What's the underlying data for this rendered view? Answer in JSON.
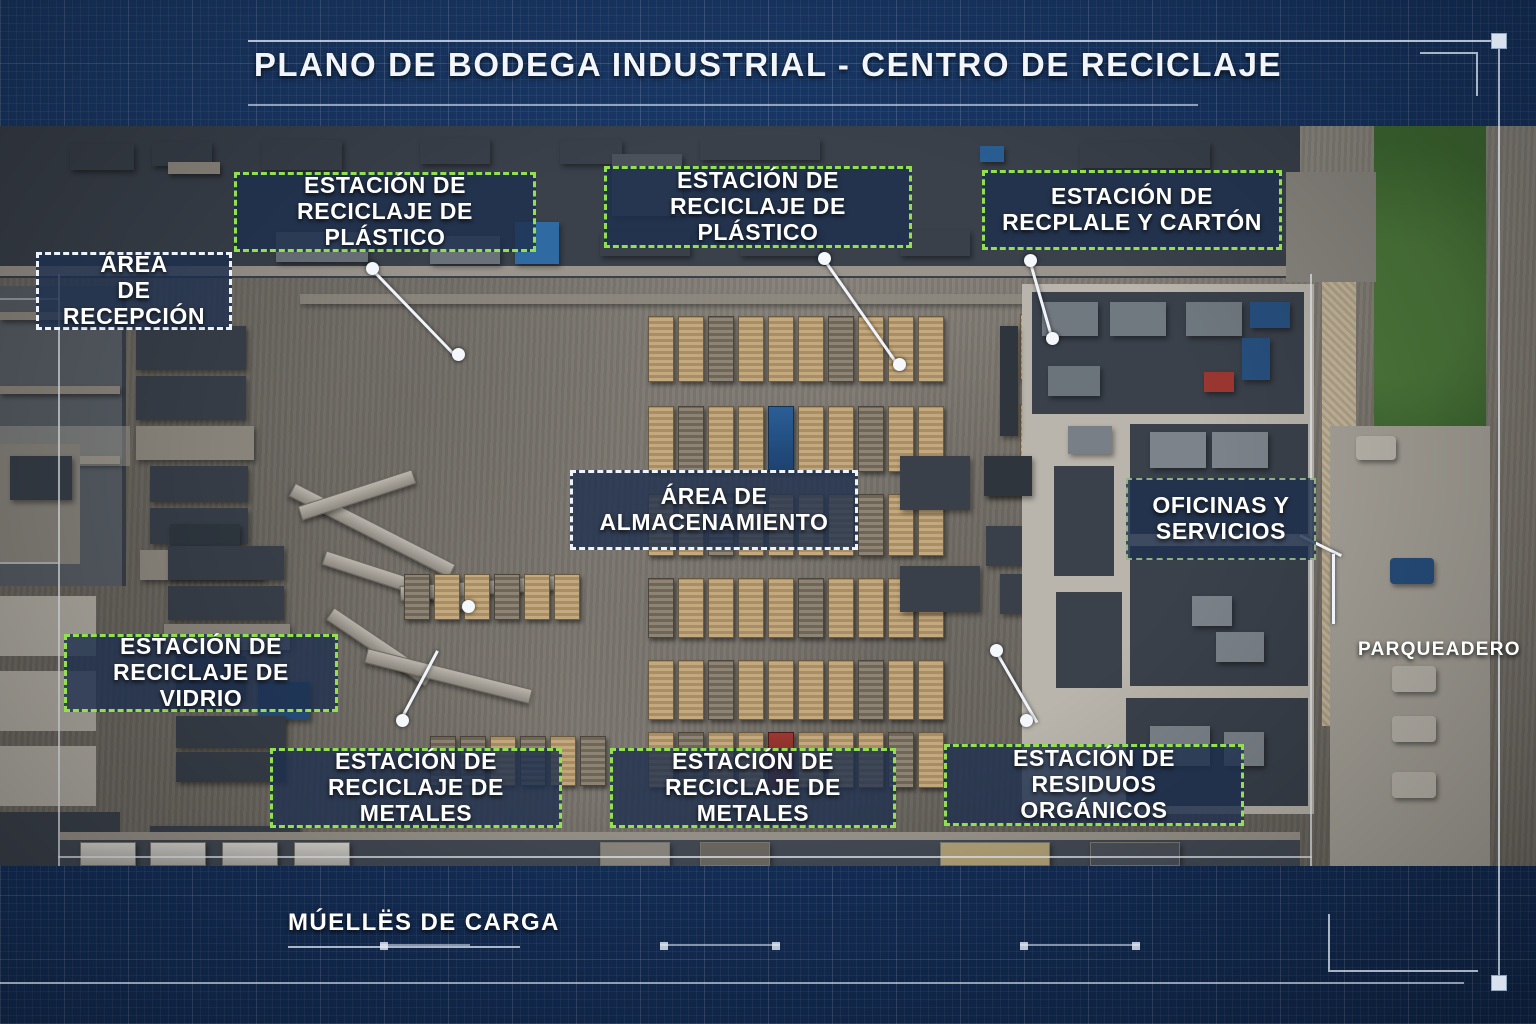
{
  "document": {
    "title": "PLANO DE BODEGA INDUSTRIAL - CENTRO DE RECICLAJE",
    "kind": "architectural-site-plan",
    "background_style": "blueprint",
    "colors": {
      "blueprint_navy": "#173563",
      "accent_green": "#93e04f",
      "label_fill": "#1e304e",
      "text_white": "#ffffff",
      "leader_line": "#f0f4fa"
    }
  },
  "labels": [
    {
      "id": "area-recepcion",
      "line1": "ÁREA",
      "line2": "DE RECEPCIÓN",
      "border": "white-dashed"
    },
    {
      "id": "estacion-plastico-1",
      "line1": "ESTACIÓN DE",
      "line2": "RECICLAJE DE PLÁSTICO",
      "border": "green-dashed"
    },
    {
      "id": "estacion-plastico-2",
      "line1": "ESTACIÓN DE",
      "line2": "RECICLAJE DE PLÁSTICO",
      "border": "green-dashed"
    },
    {
      "id": "estacion-carton",
      "line1": "ESTACIÓN DE",
      "line2": "RECPLALE Y CARTÓN",
      "border": "green-dashed"
    },
    {
      "id": "area-almacenamiento",
      "line1": "ÁREA DE",
      "line2": "ALMACENAMIENTO",
      "border": "white-dashed"
    },
    {
      "id": "oficinas-servicios",
      "line1": "OFICINAS Y",
      "line2": "SERVICIOS",
      "border": "faint-dashed"
    },
    {
      "id": "estacion-vidrio",
      "line1": "ESTACIÓN DE",
      "line2": "RECICLAJE DE VIDRIO",
      "border": "green-dashed"
    },
    {
      "id": "estacion-metales-1",
      "line1": "ESTACIÓN DE",
      "line2": "RECICLAJE DE METALES",
      "border": "green-dashed"
    },
    {
      "id": "estacion-metales-2",
      "line1": "ESTACIÓN DE",
      "line2": "RECICLAJE DE METALES",
      "border": "green-dashed"
    },
    {
      "id": "estacion-organicos",
      "line1": "ESTACIÓN DE",
      "line2": "RESIDUOS ORGÁNICOS",
      "border": "green-dashed"
    }
  ],
  "plain_labels": {
    "parking": "PARQUEADERO",
    "loading_docks": "MÚELLËS DE CARGA"
  }
}
